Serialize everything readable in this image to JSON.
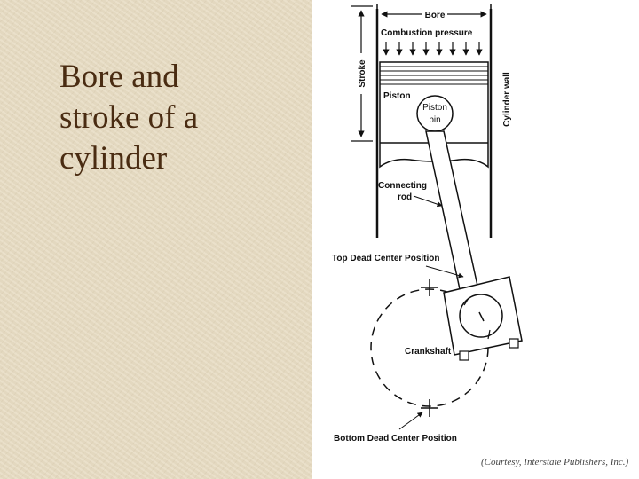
{
  "slide": {
    "title_lines": [
      "Bore and",
      "stroke of a",
      "cylinder"
    ]
  },
  "diagram": {
    "labels": {
      "bore": "Bore",
      "combustion_pressure": "Combustion pressure",
      "stroke": "Stroke",
      "piston": "Piston",
      "piston_pin_1": "Piston",
      "piston_pin_2": "pin",
      "cylinder_wall": "Cylinder wall",
      "connecting_rod_1": "Connecting",
      "connecting_rod_2": "rod",
      "top_dead_center": "Top Dead Center Position",
      "crankshaft": "Crankshaft",
      "bottom_dead_center": "Bottom Dead Center Position"
    },
    "credit": "(Courtesy, Interstate Publishers, Inc.)"
  },
  "colors": {
    "background_left": "#e7dcc2",
    "title_text": "#4a2c12",
    "line": "#111111"
  }
}
